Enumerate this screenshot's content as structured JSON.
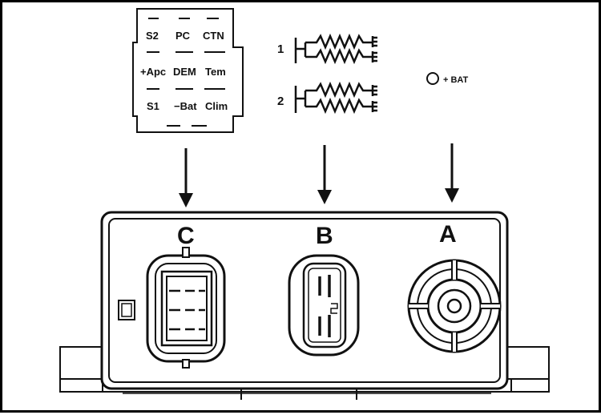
{
  "pinout": {
    "rows": [
      [
        "S2",
        "PC",
        "CTN"
      ],
      [
        "+Apc",
        "DEM",
        "Tem"
      ],
      [
        "S1",
        "−Bat",
        "Clim"
      ]
    ]
  },
  "windings": {
    "one": "1",
    "two": "2"
  },
  "battery": {
    "label": "+ BAT"
  },
  "connectors": {
    "c": "C",
    "b": "B",
    "a": "A"
  },
  "colors": {
    "ink": "#111111",
    "paper": "#ffffff"
  }
}
